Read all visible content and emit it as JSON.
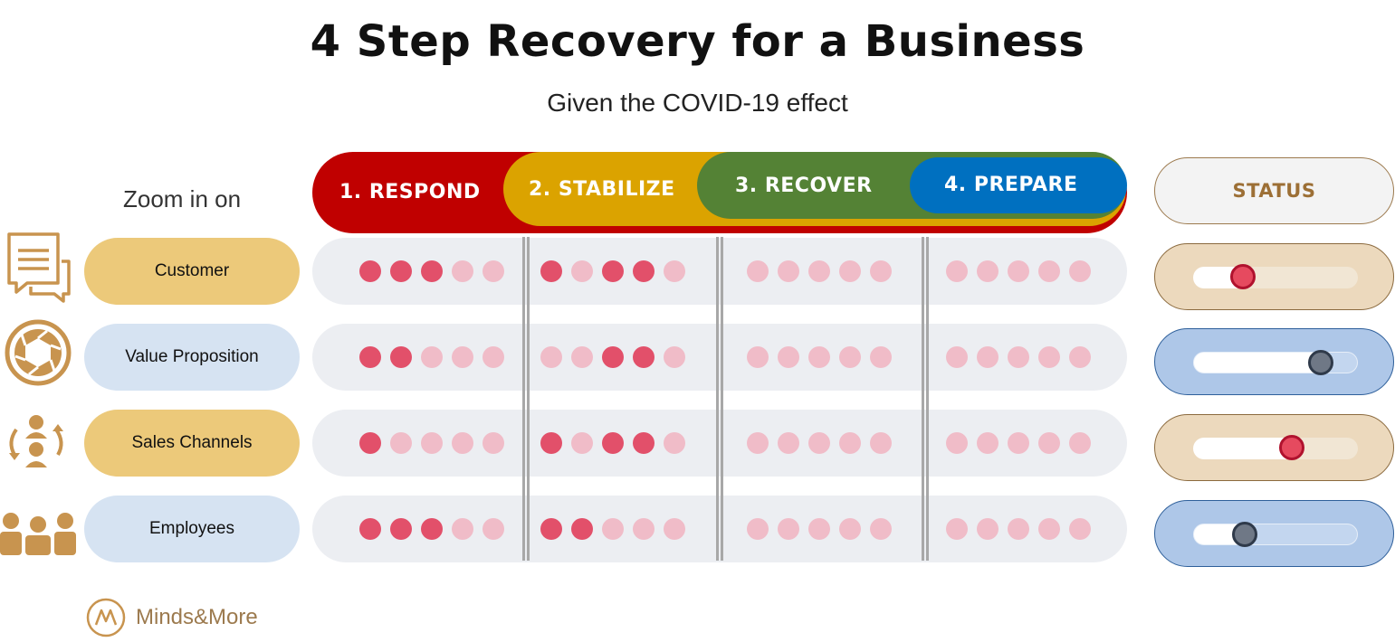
{
  "title": "4 Step Recovery for a Business",
  "subtitle": "Given the COVID-19 effect",
  "zoom_label": "Zoom in on",
  "phases": [
    "1. RESPOND",
    "2. STABILIZE",
    "3. RECOVER",
    "4. PREPARE"
  ],
  "status_header": "STATUS",
  "colors": {
    "respond": "#c00000",
    "stabilize": "#dba300",
    "recover": "#548235",
    "prepare": "#0070c0",
    "dot_active": "#e2506a",
    "dot_inactive": "#f0bcc8"
  },
  "rows": [
    {
      "label": "Customer",
      "icon": "chat-bubbles-icon",
      "theme": "gold",
      "phase_dots": [
        [
          1,
          1,
          1,
          0,
          0
        ],
        [
          1,
          0,
          1,
          1,
          0
        ],
        [
          0,
          0,
          0,
          0,
          0
        ],
        [
          0,
          0,
          0,
          0,
          0
        ]
      ],
      "status": 0.3,
      "status_knob": "red"
    },
    {
      "label": "Value Proposition",
      "icon": "aperture-icon",
      "theme": "blue",
      "phase_dots": [
        [
          1,
          1,
          0,
          0,
          0
        ],
        [
          0,
          0,
          1,
          1,
          0
        ],
        [
          0,
          0,
          0,
          0,
          0
        ],
        [
          0,
          0,
          0,
          0,
          0
        ]
      ],
      "status": 0.78,
      "status_knob": "gray"
    },
    {
      "label": "Sales Channels",
      "icon": "people-cycle-icon",
      "theme": "gold",
      "phase_dots": [
        [
          1,
          0,
          0,
          0,
          0
        ],
        [
          1,
          0,
          1,
          1,
          0
        ],
        [
          0,
          0,
          0,
          0,
          0
        ],
        [
          0,
          0,
          0,
          0,
          0
        ]
      ],
      "status": 0.6,
      "status_knob": "red"
    },
    {
      "label": "Employees",
      "icon": "team-icon",
      "theme": "blue",
      "phase_dots": [
        [
          1,
          1,
          1,
          0,
          0
        ],
        [
          1,
          1,
          0,
          0,
          0
        ],
        [
          0,
          0,
          0,
          0,
          0
        ],
        [
          0,
          0,
          0,
          0,
          0
        ]
      ],
      "status": 0.31,
      "status_knob": "gray"
    }
  ],
  "brand": {
    "name": "Minds&More",
    "logo_letter": "M"
  }
}
